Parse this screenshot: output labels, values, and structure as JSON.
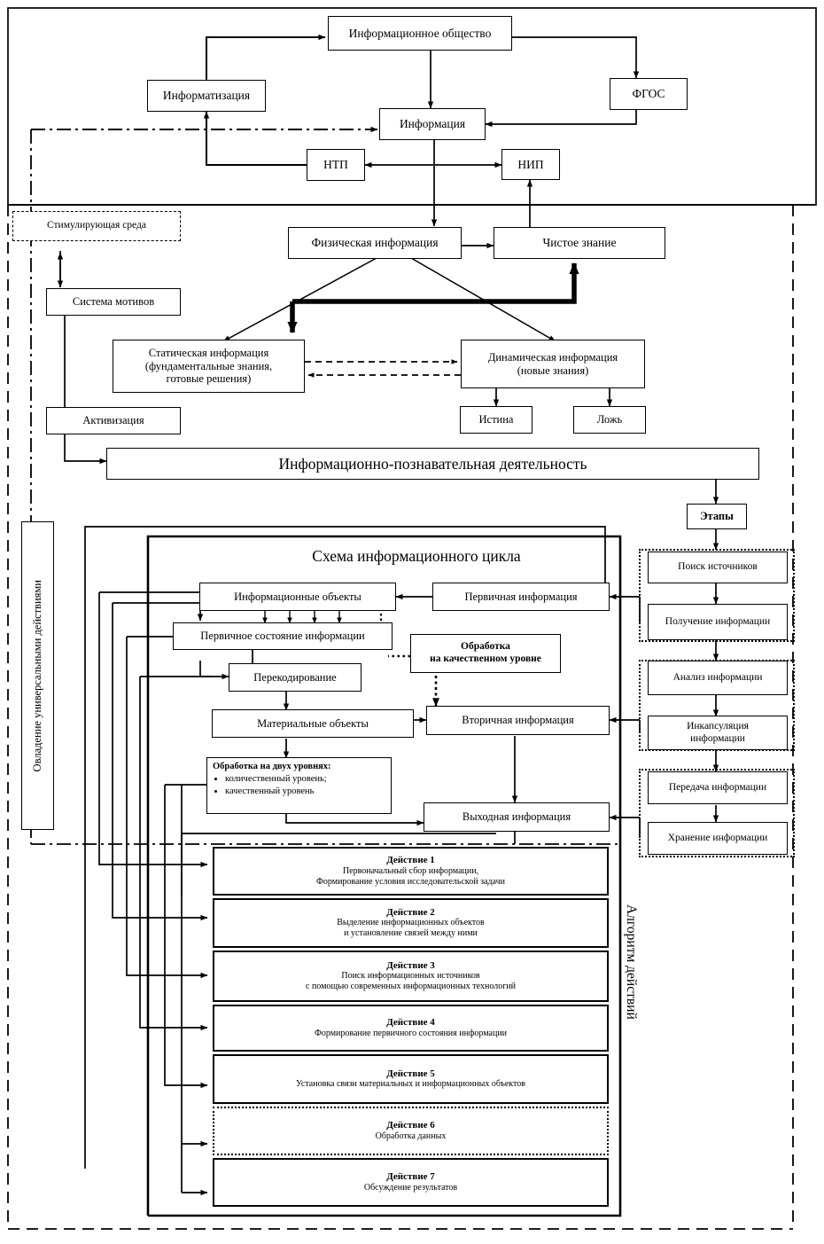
{
  "diagram": {
    "title_cycle": "Схема информационного цикла",
    "label_left_vertical": "Овладение универсальными действиями",
    "label_right_vertical": "Алгоритм действий"
  },
  "top": {
    "info_society": "Информационное общество",
    "informatization": "Информатизация",
    "fgos": "ФГОС",
    "information": "Информация",
    "ntp": "НТП",
    "nip": "НИП"
  },
  "middle": {
    "stimulating_env": "Стимулирующая среда",
    "physical_info": "Физическая информация",
    "pure_knowledge": "Чистое знание",
    "motives_system": "Система мотивов",
    "activation": "Активизация",
    "static_info": "Статическая информация\n(фундаментальные знания,\nготовые решения)",
    "static_info_l1": "Статическая информация",
    "static_info_l2": "(фундаментальные знания,",
    "static_info_l3": "готовые решения)",
    "dynamic_info_l1": "Динамическая информация",
    "dynamic_info_l2": "(новые знания)",
    "truth": "Истина",
    "lie": "Ложь",
    "cognitive_activity": "Информационно-познавательная деятельность"
  },
  "cycle": {
    "info_objects": "Информационные объекты",
    "primary_info": "Первичная информация",
    "primary_state": "Первичное состояние информации",
    "qualitative_l1": "Обработка",
    "qualitative_l2": "на качественном уровне",
    "recoding": "Перекодирование",
    "material_objects": "Материальные объекты",
    "secondary_info": "Вторичная информация",
    "two_levels_head": "Обработка на двух уровнях:",
    "two_levels_items": [
      "количественный уровень;",
      "качественный уровень"
    ],
    "output_info": "Выходная информация"
  },
  "stages": {
    "header": "Этапы",
    "items": [
      "Поиск источников",
      "Получение информации",
      "Анализ информации",
      "Инкапсуляция\nинформации",
      "Передача информации",
      "Хранение информации"
    ],
    "item_0": "Поиск источников",
    "item_1": "Получение информации",
    "item_2": "Анализ информации",
    "item_3_l1": "Инкапсуляция",
    "item_3_l2": "информации",
    "item_4": "Передача информации",
    "item_5": "Хранение информации"
  },
  "actions": [
    {
      "title": "Действие 1",
      "lines": [
        "Первоначальный сбор информации,",
        "Формирование условия исследовательской задачи"
      ]
    },
    {
      "title": "Действие 2",
      "lines": [
        "Выделение информационных объектов",
        "и установление связей между ними"
      ]
    },
    {
      "title": "Действие 3",
      "lines": [
        "Поиск информационных источников",
        "с помощью современных информационных технологий"
      ]
    },
    {
      "title": "Действие 4",
      "lines": [
        "Формирование первичного состояния информации"
      ]
    },
    {
      "title": "Действие 5",
      "lines": [
        "Установка связи материальных и информационных объектов"
      ]
    },
    {
      "title": "Действие 6",
      "lines": [
        "Обработка данных"
      ]
    },
    {
      "title": "Действие 7",
      "lines": [
        "Обсуждение результатов"
      ]
    }
  ],
  "colors": {
    "line": "#000000",
    "background": "#ffffff"
  }
}
